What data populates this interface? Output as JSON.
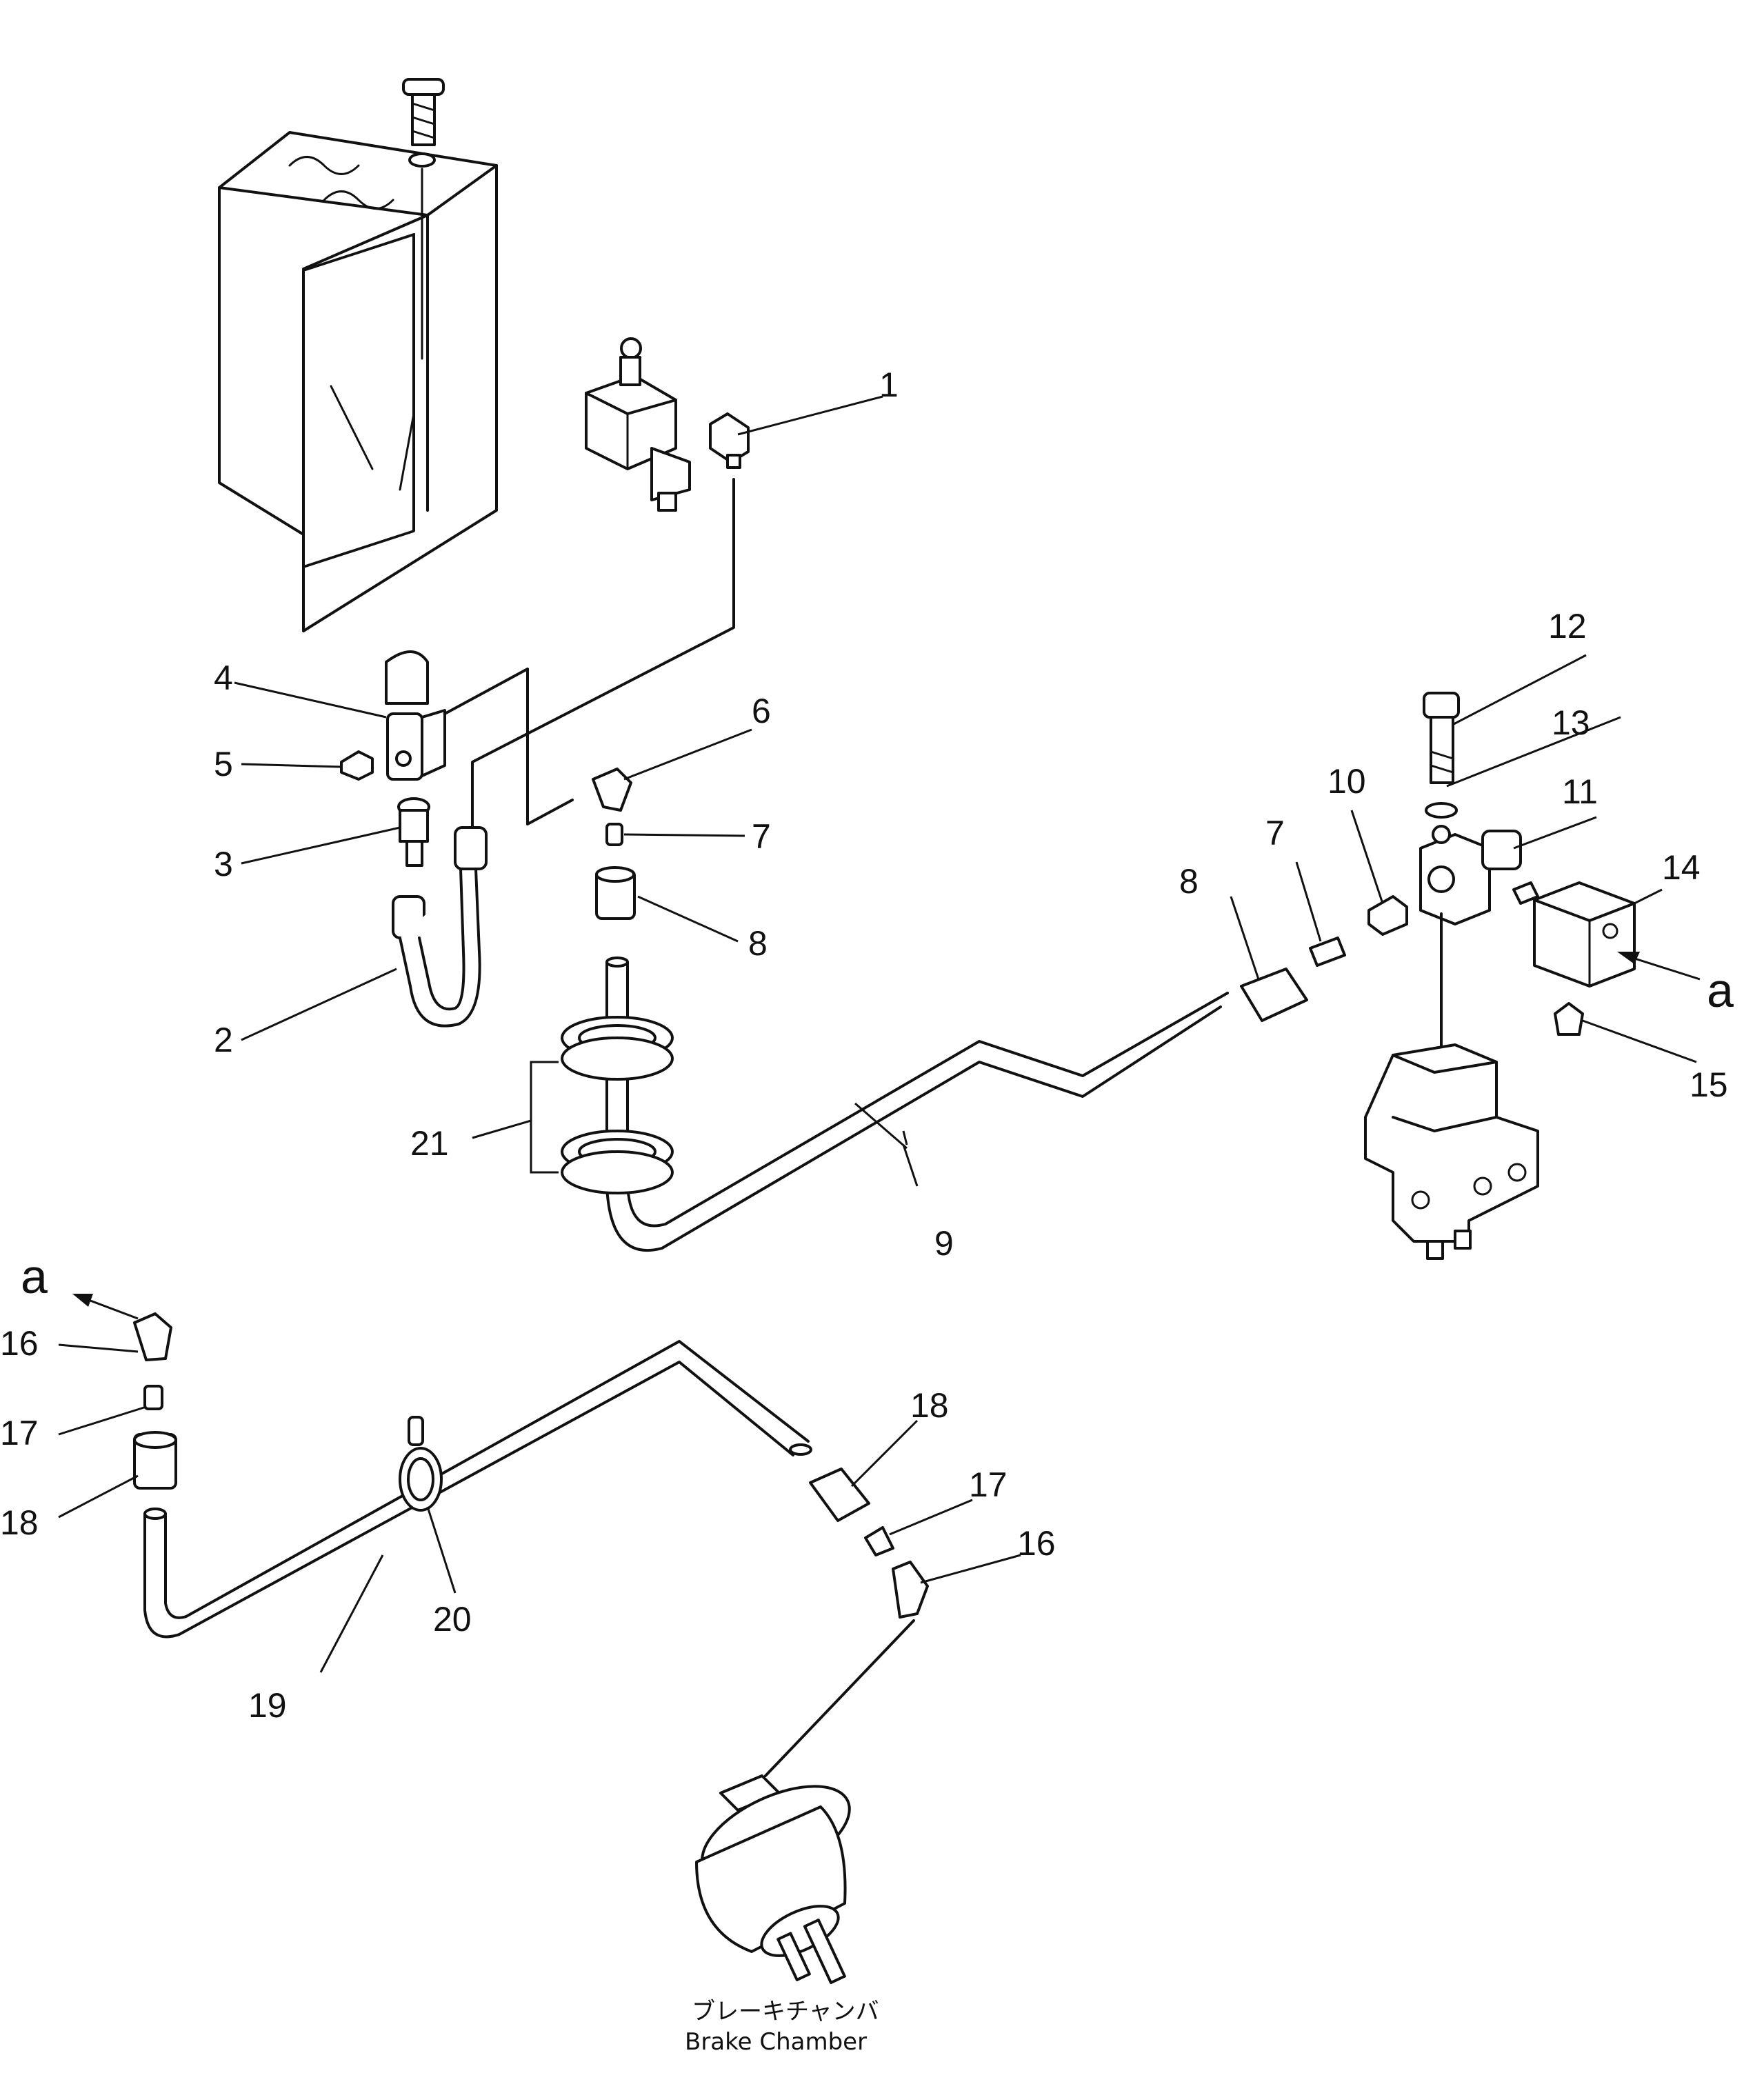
{
  "labels": {
    "n1": "1",
    "n2": "2",
    "n3": "3",
    "n4": "4",
    "n5": "5",
    "n6": "6",
    "n7a": "7",
    "n7b": "7",
    "n8a": "8",
    "n8b": "8",
    "n9": "9",
    "n10": "10",
    "n11": "11",
    "n12": "12",
    "n13": "13",
    "n14": "14",
    "n15": "15",
    "n16a": "16",
    "n16b": "16",
    "n17a": "17",
    "n17b": "17",
    "n18a": "18",
    "n18b": "18",
    "n19": "19",
    "n20": "20",
    "n21": "21",
    "a1": "a",
    "a2": "a"
  },
  "caption": {
    "japanese": "ブレーキチャンバ",
    "english": "Brake Chamber"
  }
}
